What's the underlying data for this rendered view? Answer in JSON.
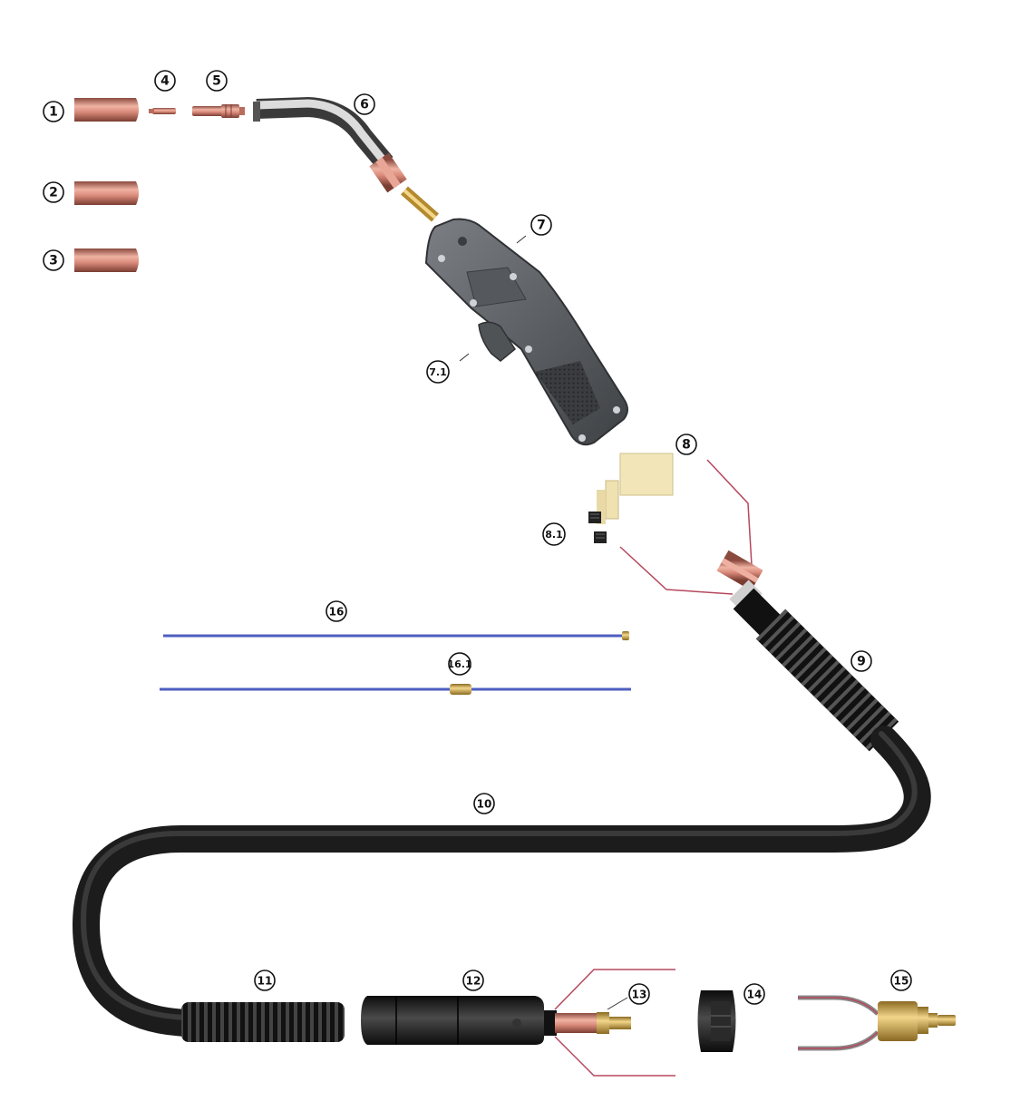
{
  "callouts": [
    {
      "id": "c1",
      "label": "1"
    },
    {
      "id": "c2",
      "label": "2"
    },
    {
      "id": "c3",
      "label": "3"
    },
    {
      "id": "c4",
      "label": "4"
    },
    {
      "id": "c5",
      "label": "5"
    },
    {
      "id": "c6",
      "label": "6"
    },
    {
      "id": "c7",
      "label": "7"
    },
    {
      "id": "c7_1",
      "label": "7.1"
    },
    {
      "id": "c8",
      "label": "8"
    },
    {
      "id": "c8_1",
      "label": "8.1"
    },
    {
      "id": "c9",
      "label": "9"
    },
    {
      "id": "c10",
      "label": "10"
    },
    {
      "id": "c11",
      "label": "11"
    },
    {
      "id": "c12",
      "label": "12"
    },
    {
      "id": "c13",
      "label": "13"
    },
    {
      "id": "c14",
      "label": "14"
    },
    {
      "id": "c15",
      "label": "15"
    },
    {
      "id": "c16",
      "label": "16"
    },
    {
      "id": "c16_1",
      "label": "16.1"
    }
  ],
  "colors": {
    "copper": "#d98a7a",
    "brass": "#d4a94a",
    "cable": "#1c1c1c",
    "handle": "#5f6266",
    "liner": "#4d5fbf",
    "leader": "#b5485e",
    "insulator": "#f2e6b8"
  }
}
